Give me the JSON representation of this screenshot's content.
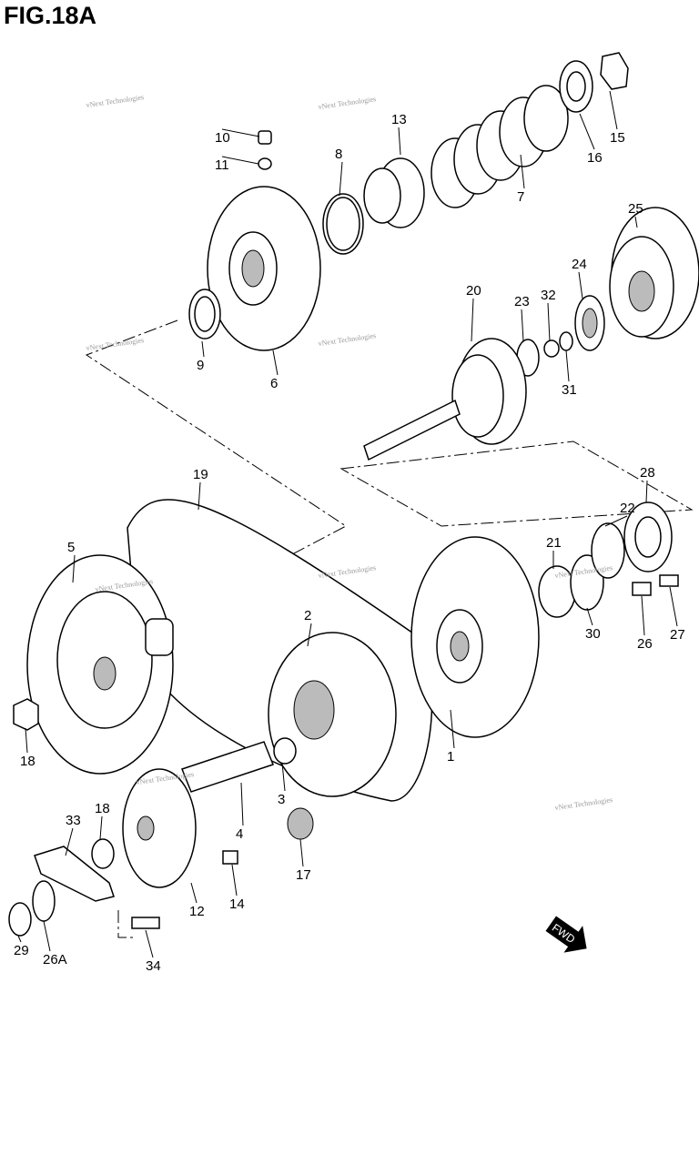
{
  "figure": {
    "title": "FIG.18A",
    "watermark": "vNext Technologies",
    "fwd_label": "FWD"
  },
  "callouts": [
    {
      "id": "10"
    },
    {
      "id": "11"
    },
    {
      "id": "13"
    },
    {
      "id": "8"
    },
    {
      "id": "7"
    },
    {
      "id": "16"
    },
    {
      "id": "15"
    },
    {
      "id": "25"
    },
    {
      "id": "24"
    },
    {
      "id": "20"
    },
    {
      "id": "23"
    },
    {
      "id": "32"
    },
    {
      "id": "31"
    },
    {
      "id": "9"
    },
    {
      "id": "6"
    },
    {
      "id": "19"
    },
    {
      "id": "28"
    },
    {
      "id": "22"
    },
    {
      "id": "21"
    },
    {
      "id": "5"
    },
    {
      "id": "2"
    },
    {
      "id": "30"
    },
    {
      "id": "26"
    },
    {
      "id": "27"
    },
    {
      "id": "1"
    },
    {
      "id": "18"
    },
    {
      "id": "3"
    },
    {
      "id": "4"
    },
    {
      "id": "33"
    },
    {
      "id": "18"
    },
    {
      "id": "17"
    },
    {
      "id": "14"
    },
    {
      "id": "12"
    },
    {
      "id": "29"
    },
    {
      "id": "26A"
    },
    {
      "id": "34"
    }
  ]
}
